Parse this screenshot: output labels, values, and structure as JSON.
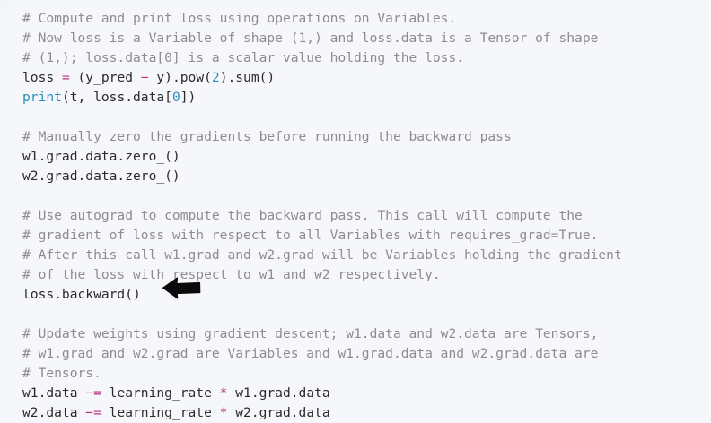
{
  "code_block": {
    "language": "python",
    "background_color": "#f6f7fa",
    "colors": {
      "text": "#2b2b2b",
      "comment": "#8d8d8d",
      "operator": "#be2f7d",
      "number": "#2b8fbd",
      "function": "#2b8fbd"
    },
    "annotation": {
      "type": "arrow",
      "direction": "left",
      "color": "#000000",
      "points_at_line_index": 14
    },
    "lines": [
      {
        "index": 0,
        "text": "# Compute and print loss using operations on Variables.",
        "tokens": [
          {
            "t": "# Compute and print loss using operations on Variables.",
            "c": "cmt"
          }
        ]
      },
      {
        "index": 1,
        "text": "# Now loss is a Variable of shape (1,) and loss.data is a Tensor of shape",
        "tokens": [
          {
            "t": "# Now loss is a Variable of shape (1,) and loss.data is a Tensor of shape",
            "c": "cmt"
          }
        ]
      },
      {
        "index": 2,
        "text": "# (1,); loss.data[0] is a scalar value holding the loss.",
        "tokens": [
          {
            "t": "# (1,); loss.data[0] is a scalar value holding the loss.",
            "c": "cmt"
          }
        ]
      },
      {
        "index": 3,
        "text": "loss = (y_pred - y).pow(2).sum()",
        "tokens": [
          {
            "t": "loss ",
            "c": "plain"
          },
          {
            "t": "=",
            "c": "op"
          },
          {
            "t": " (y_pred ",
            "c": "plain"
          },
          {
            "t": "−",
            "c": "op"
          },
          {
            "t": " y).pow(",
            "c": "plain"
          },
          {
            "t": "2",
            "c": "num"
          },
          {
            "t": ").sum()",
            "c": "plain"
          }
        ]
      },
      {
        "index": 4,
        "text": "print(t, loss.data[0])",
        "tokens": [
          {
            "t": "print",
            "c": "fn"
          },
          {
            "t": "(t, loss.data[",
            "c": "plain"
          },
          {
            "t": "0",
            "c": "num"
          },
          {
            "t": "])",
            "c": "plain"
          }
        ]
      },
      {
        "index": 5,
        "text": "",
        "tokens": []
      },
      {
        "index": 6,
        "text": "# Manually zero the gradients before running the backward pass",
        "tokens": [
          {
            "t": "# Manually zero the gradients before running the backward pass",
            "c": "cmt"
          }
        ]
      },
      {
        "index": 7,
        "text": "w1.grad.data.zero_()",
        "tokens": [
          {
            "t": "w1.grad.data.zero_()",
            "c": "plain"
          }
        ]
      },
      {
        "index": 8,
        "text": "w2.grad.data.zero_()",
        "tokens": [
          {
            "t": "w2.grad.data.zero_()",
            "c": "plain"
          }
        ]
      },
      {
        "index": 9,
        "text": "",
        "tokens": []
      },
      {
        "index": 10,
        "text": "# Use autograd to compute the backward pass. This call will compute the",
        "tokens": [
          {
            "t": "# Use autograd to compute the backward pass. This call will compute the",
            "c": "cmt"
          }
        ]
      },
      {
        "index": 11,
        "text": "# gradient of loss with respect to all Variables with requires_grad=True.",
        "tokens": [
          {
            "t": "# gradient of loss with respect to all Variables with requires_grad=True.",
            "c": "cmt"
          }
        ]
      },
      {
        "index": 12,
        "text": "# After this call w1.grad and w2.grad will be Variables holding the gradient",
        "tokens": [
          {
            "t": "# After this call w1.grad and w2.grad will be Variables holding the gradient",
            "c": "cmt"
          }
        ]
      },
      {
        "index": 13,
        "text": "# of the loss with respect to w1 and w2 respectively.",
        "tokens": [
          {
            "t": "# of the loss with respect to w1 and w2 respectively.",
            "c": "cmt"
          }
        ]
      },
      {
        "index": 14,
        "text": "loss.backward()",
        "tokens": [
          {
            "t": "loss.backward()",
            "c": "plain"
          }
        ]
      },
      {
        "index": 15,
        "text": "",
        "tokens": []
      },
      {
        "index": 16,
        "text": "# Update weights using gradient descent; w1.data and w2.data are Tensors,",
        "tokens": [
          {
            "t": "# Update weights using gradient descent; w1.data and w2.data are Tensors,",
            "c": "cmt"
          }
        ]
      },
      {
        "index": 17,
        "text": "# w1.grad and w2.grad are Variables and w1.grad.data and w2.grad.data are",
        "tokens": [
          {
            "t": "# w1.grad and w2.grad are Variables and w1.grad.data and w2.grad.data are",
            "c": "cmt"
          }
        ]
      },
      {
        "index": 18,
        "text": "# Tensors.",
        "tokens": [
          {
            "t": "# Tensors.",
            "c": "cmt"
          }
        ]
      },
      {
        "index": 19,
        "text": "w1.data -= learning_rate * w1.grad.data",
        "tokens": [
          {
            "t": "w1.data ",
            "c": "plain"
          },
          {
            "t": "−=",
            "c": "op"
          },
          {
            "t": " learning_rate ",
            "c": "plain"
          },
          {
            "t": "*",
            "c": "op"
          },
          {
            "t": " w1.grad.data",
            "c": "plain"
          }
        ]
      },
      {
        "index": 20,
        "text": "w2.data -= learning_rate * w2.grad.data",
        "tokens": [
          {
            "t": "w2.data ",
            "c": "plain"
          },
          {
            "t": "−=",
            "c": "op"
          },
          {
            "t": " learning_rate ",
            "c": "plain"
          },
          {
            "t": "*",
            "c": "op"
          },
          {
            "t": " w2.grad.data",
            "c": "plain"
          }
        ]
      }
    ]
  }
}
